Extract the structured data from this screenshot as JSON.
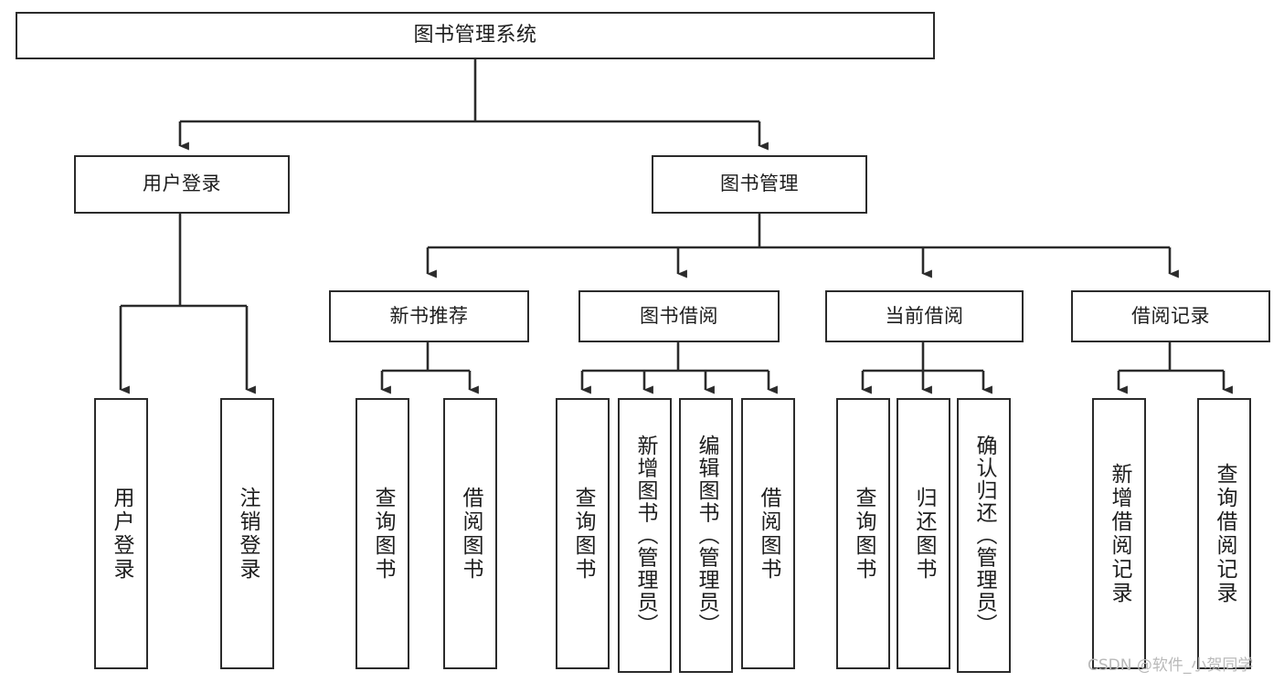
{
  "diagram": {
    "type": "tree-hierarchy-chart",
    "title": "图书管理系统",
    "watermark": "CSDN @软件_小贺同学",
    "colors": {
      "background": "#ffffff",
      "box_fill": "#ffffff",
      "box_stroke": "#2b2b2b",
      "text": "#1d1d1d",
      "edge": "#2b2b2b",
      "watermark": "#b9b9b9"
    },
    "levels": {
      "root": "图书管理系统",
      "level1": [
        "用户登录",
        "图书管理"
      ],
      "level2": [
        "新书推荐",
        "图书借阅",
        "当前借阅",
        "借阅记录"
      ]
    },
    "nodes": {
      "root": {
        "label": "图书管理系统"
      },
      "user_login": {
        "label": "用户登录"
      },
      "book_manage": {
        "label": "图书管理"
      },
      "new_book_rec": {
        "label": "新书推荐"
      },
      "book_borrow": {
        "label": "图书借阅"
      },
      "current_borrow": {
        "label": "当前借阅"
      },
      "borrow_record": {
        "label": "借阅记录"
      },
      "leaf_user_login": {
        "label": "用户登录"
      },
      "leaf_logout": {
        "label": "注销登录"
      },
      "leaf_query_book_1": {
        "label": "查询图书"
      },
      "leaf_borrow_book_1": {
        "label": "借阅图书"
      },
      "leaf_query_book_2": {
        "label": "查询图书"
      },
      "leaf_add_book": {
        "label": "新增图书（管理员）"
      },
      "leaf_edit_book": {
        "label": "编辑图书（管理员）"
      },
      "leaf_borrow_book_2": {
        "label": "借阅图书"
      },
      "leaf_query_book_3": {
        "label": "查询图书"
      },
      "leaf_return_book": {
        "label": "归还图书"
      },
      "leaf_confirm_return": {
        "label": "确认归还（管理员）"
      },
      "leaf_add_record": {
        "label": "新增借阅记录"
      },
      "leaf_query_record": {
        "label": "查询借阅记录"
      }
    },
    "edges": [
      {
        "from": "root",
        "to": "user_login"
      },
      {
        "from": "root",
        "to": "book_manage"
      },
      {
        "from": "user_login",
        "to": "leaf_user_login"
      },
      {
        "from": "user_login",
        "to": "leaf_logout"
      },
      {
        "from": "book_manage",
        "to": "new_book_rec"
      },
      {
        "from": "book_manage",
        "to": "book_borrow"
      },
      {
        "from": "book_manage",
        "to": "current_borrow"
      },
      {
        "from": "book_manage",
        "to": "borrow_record"
      },
      {
        "from": "new_book_rec",
        "to": "leaf_query_book_1"
      },
      {
        "from": "new_book_rec",
        "to": "leaf_borrow_book_1"
      },
      {
        "from": "book_borrow",
        "to": "leaf_query_book_2"
      },
      {
        "from": "book_borrow",
        "to": "leaf_add_book"
      },
      {
        "from": "book_borrow",
        "to": "leaf_edit_book"
      },
      {
        "from": "book_borrow",
        "to": "leaf_borrow_book_2"
      },
      {
        "from": "current_borrow",
        "to": "leaf_query_book_3"
      },
      {
        "from": "current_borrow",
        "to": "leaf_return_book"
      },
      {
        "from": "current_borrow",
        "to": "leaf_confirm_return"
      },
      {
        "from": "borrow_record",
        "to": "leaf_add_record"
      },
      {
        "from": "borrow_record",
        "to": "leaf_query_record"
      }
    ]
  }
}
